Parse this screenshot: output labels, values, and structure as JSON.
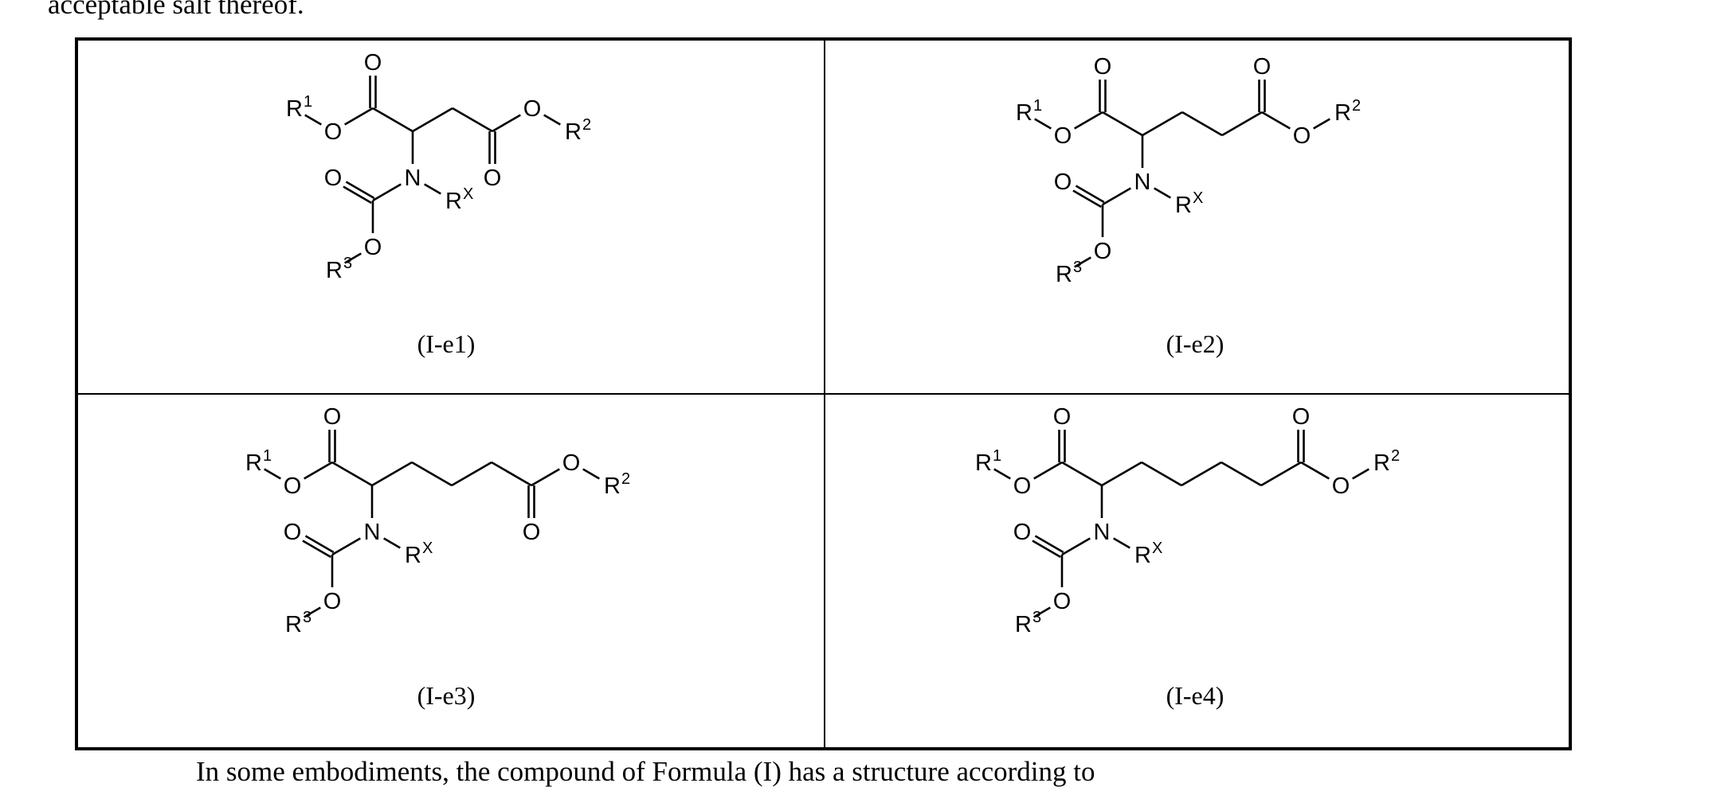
{
  "document": {
    "text_above": "acceptable salt thereof.",
    "text_below": "In some embodiments, the compound of Formula (I) has a structure according to"
  },
  "structures": [
    {
      "caption": "(I-e1)",
      "chain_ch2_count": 1
    },
    {
      "caption": "(I-e2)",
      "chain_ch2_count": 2
    },
    {
      "caption": "(I-e3)",
      "chain_ch2_count": 3
    },
    {
      "caption": "(I-e4)",
      "chain_ch2_count": 4
    }
  ],
  "atom_labels": {
    "oxygen": "O",
    "nitrogen": "N",
    "r1": {
      "base": "R",
      "sup": "1"
    },
    "r2": {
      "base": "R",
      "sup": "2"
    },
    "r3": {
      "base": "R",
      "sup": "3"
    },
    "rx": {
      "base": "R",
      "sup": "X"
    }
  }
}
